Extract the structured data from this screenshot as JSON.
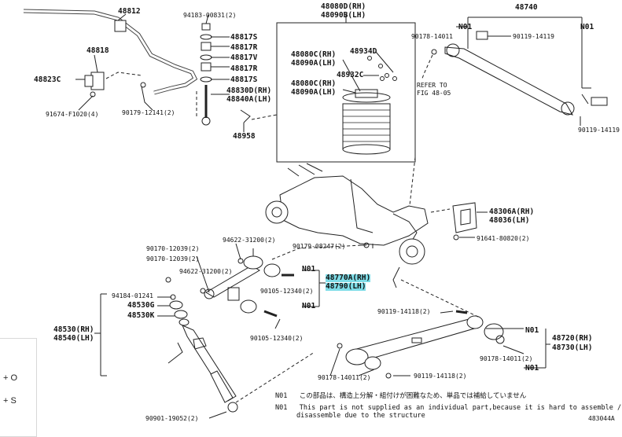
{
  "diagram_id": "483044A",
  "labels": {
    "p48812": "48812",
    "p48818": "48818",
    "p48823c": "48823C",
    "p91674": "91674-F1020(4)",
    "p94183": "94183-00831(2)",
    "p48817s_a": "48817S",
    "p48817r_a": "48817R",
    "p48817v": "48817V",
    "p48817r_b": "48817R",
    "p48817s_b": "48817S",
    "p48830d": "48830D(RH)",
    "p48840a": "48840A(LH)",
    "p90179_12141": "90179-12141(2)",
    "p48958": "48958",
    "p48080d": "48080D(RH)",
    "p48090b": "48090B(LH)",
    "p48080c_1": "48080C(RH)",
    "p48090a_1": "48090A(LH)",
    "p48934d": "48934D",
    "p48932c": "48932C",
    "p48080c_2": "48080C(RH)",
    "p48090a_2": "48090A(LH)",
    "p48740": "48740",
    "p90178_14011_top": "90178-14011",
    "n01_top_a": "N01",
    "p90119_14119_a": "90119-14119",
    "n01_top_b": "N01",
    "refer_to": "REFER TO",
    "fig_ref": "FIG 48-05",
    "p90119_14119_b": "90119-14119",
    "p48306a": "48306A(RH)",
    "p48036": "48036(LH)",
    "p91641": "91641-80820(2)",
    "p94622_a": "94622-31200(2)",
    "p90170_a": "90170-12039(2)",
    "p90170_b": "90170-12039(2)",
    "p94622_b": "94622-31200(2)",
    "p90179_08247": "90179-08247(2)",
    "n01_mid_a": "N01",
    "p48770a": "48770A(RH)",
    "p48790": "48790(LH)",
    "p90105_12340_a": "90105-12340(2)",
    "n01_mid_b": "N01",
    "p94184": "94184-01241",
    "p48530g": "48530G",
    "p48530k": "48530K",
    "p48530": "48530(RH)",
    "p48540": "48540(LH)",
    "p90105_12340_b": "90105-12340(2)",
    "p90119_14118_a": "90119-14118(2)",
    "n01_low_a": "N01",
    "p48720": "48720(RH)",
    "p48730": "48730(LH)",
    "p90178_14011_right": "90178-14011(2)",
    "p90178_14011_left": "90178-14011(2)",
    "p90119_14118_b": "90119-14118(2)",
    "n01_low_b": "N01",
    "p90901": "90901-19052(2)"
  },
  "notes": [
    {
      "mark": "N01",
      "text": "この部品は、構造上分解・組付けが困難なため、単品では補給していません"
    },
    {
      "mark": "N01",
      "text": "This part is not supplied as an individual part,because it is hard to assemble /",
      "text2": "disassemble due to the structure"
    }
  ],
  "keyboard_hints": [
    "+ O",
    "+ S"
  ],
  "colors": {
    "highlight": "#7fdde8",
    "line": "#222222"
  }
}
